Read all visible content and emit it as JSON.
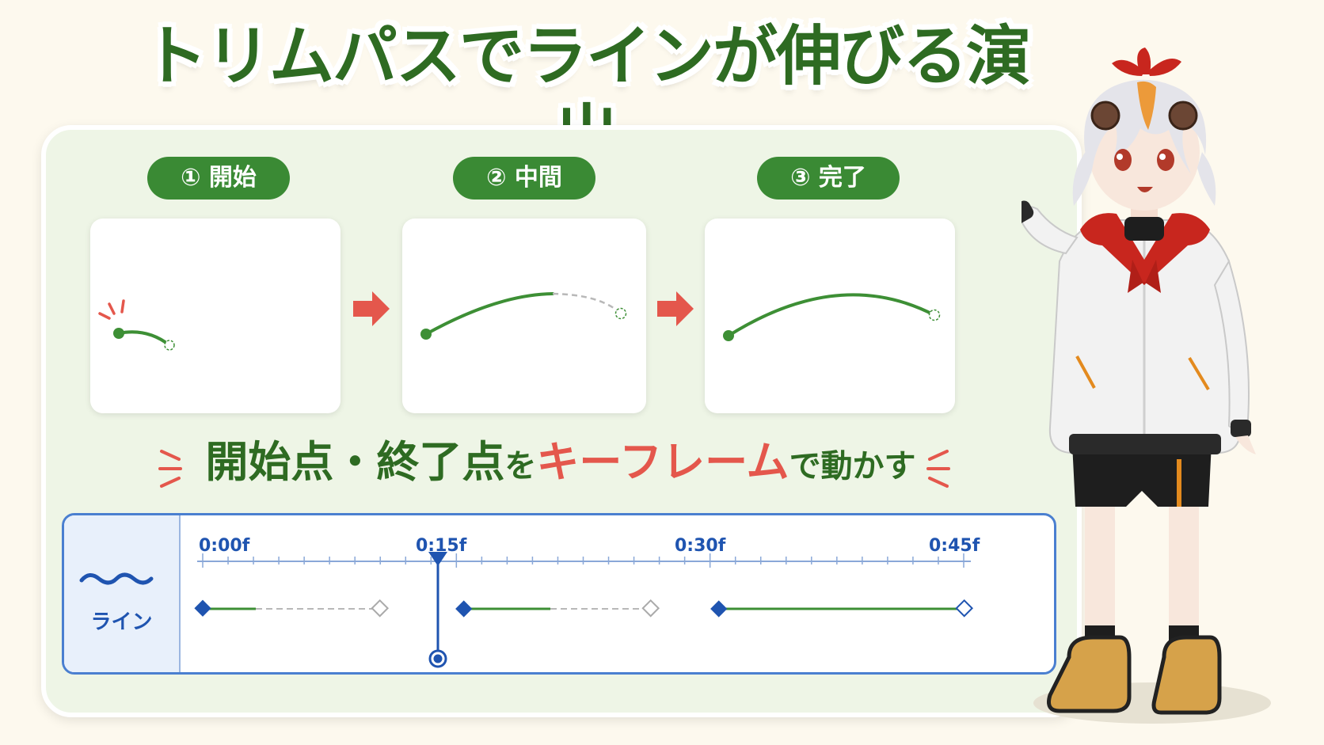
{
  "title": "トリムパスでラインが伸びる演出",
  "steps": [
    {
      "label": "① 開始"
    },
    {
      "label": "② 中間"
    },
    {
      "label": "③ 完了"
    }
  ],
  "caption": {
    "part1": "開始点・終了点",
    "part2": "を",
    "part3": "キーフレーム",
    "part4": "で動かす"
  },
  "timeline": {
    "layer_label": "ライン",
    "ticks": [
      "0:00f",
      "0:15f",
      "0:30f",
      "0:45f"
    ],
    "playhead": "0:15f"
  },
  "colors": {
    "title": "#2e6b22",
    "panel": "#eef5e6",
    "badge": "#3a8a34",
    "line": "#3d8f35",
    "arrow": "#e4574c",
    "keyframe": "#1f54b0",
    "accent": "#e4574c"
  }
}
